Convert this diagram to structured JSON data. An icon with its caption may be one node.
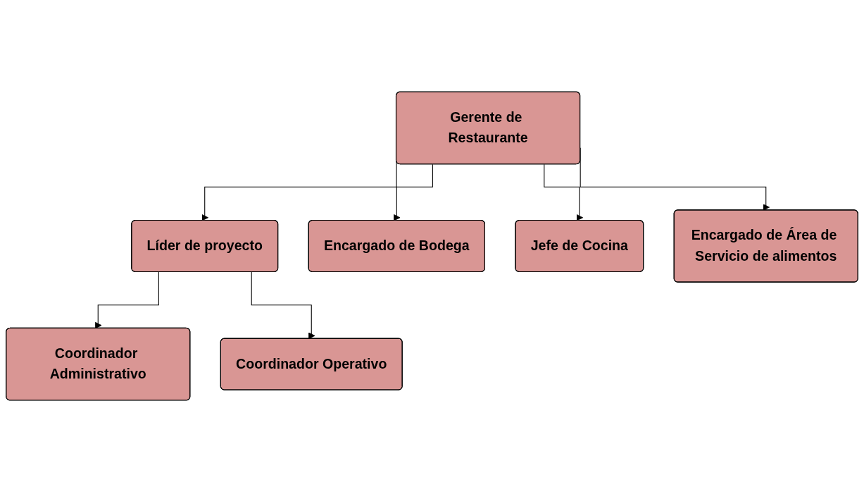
{
  "diagram": {
    "nodes": [
      {
        "text": [
          "Gerente de Restaurante"
        ]
      },
      {
        "text": [
          "Líder de proyecto"
        ]
      },
      {
        "text": [
          "Coordinador Administrativo"
        ]
      },
      {
        "text": [
          "Coordinador Operativo"
        ]
      },
      {
        "text": [
          "Encargado de Bodega"
        ]
      },
      {
        "text": [
          "Jefe de Cocina"
        ]
      },
      {
        "text": [
          "Encargado de Área de Servicio de alimentos"
        ]
      }
    ],
    "edges": [
      {
        "from": 0,
        "to": 1,
        "arrow": "to"
      },
      {
        "from": 1,
        "to": 2,
        "arrow": "to"
      },
      {
        "from": 1,
        "to": 3,
        "arrow": "to"
      },
      {
        "from": 0,
        "to": 4,
        "arrow": "to"
      },
      {
        "from": 0,
        "to": 5,
        "arrow": "to"
      },
      {
        "from": 0,
        "to": 6,
        "arrow": "to"
      }
    ]
  }
}
